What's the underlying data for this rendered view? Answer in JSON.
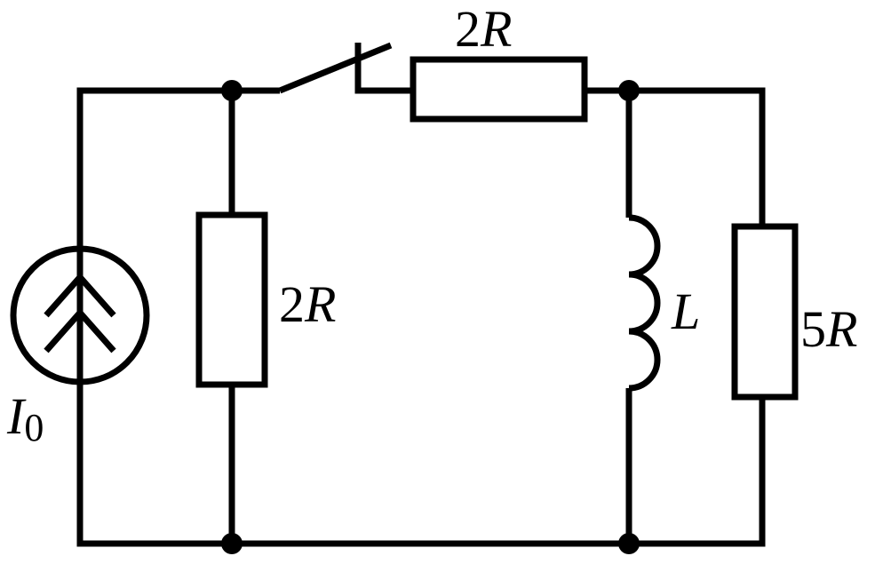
{
  "diagram": {
    "labels": {
      "source": {
        "main": "I",
        "subscript": "0"
      },
      "resistor_top": {
        "digit": "2",
        "letter": "R"
      },
      "resistor_left": {
        "digit": "2",
        "letter": "R"
      },
      "inductor": {
        "letter": "L"
      },
      "resistor_right": {
        "digit": "5",
        "letter": "R"
      }
    },
    "colors": {
      "ink": "#000000",
      "background": "#ffffff"
    }
  }
}
